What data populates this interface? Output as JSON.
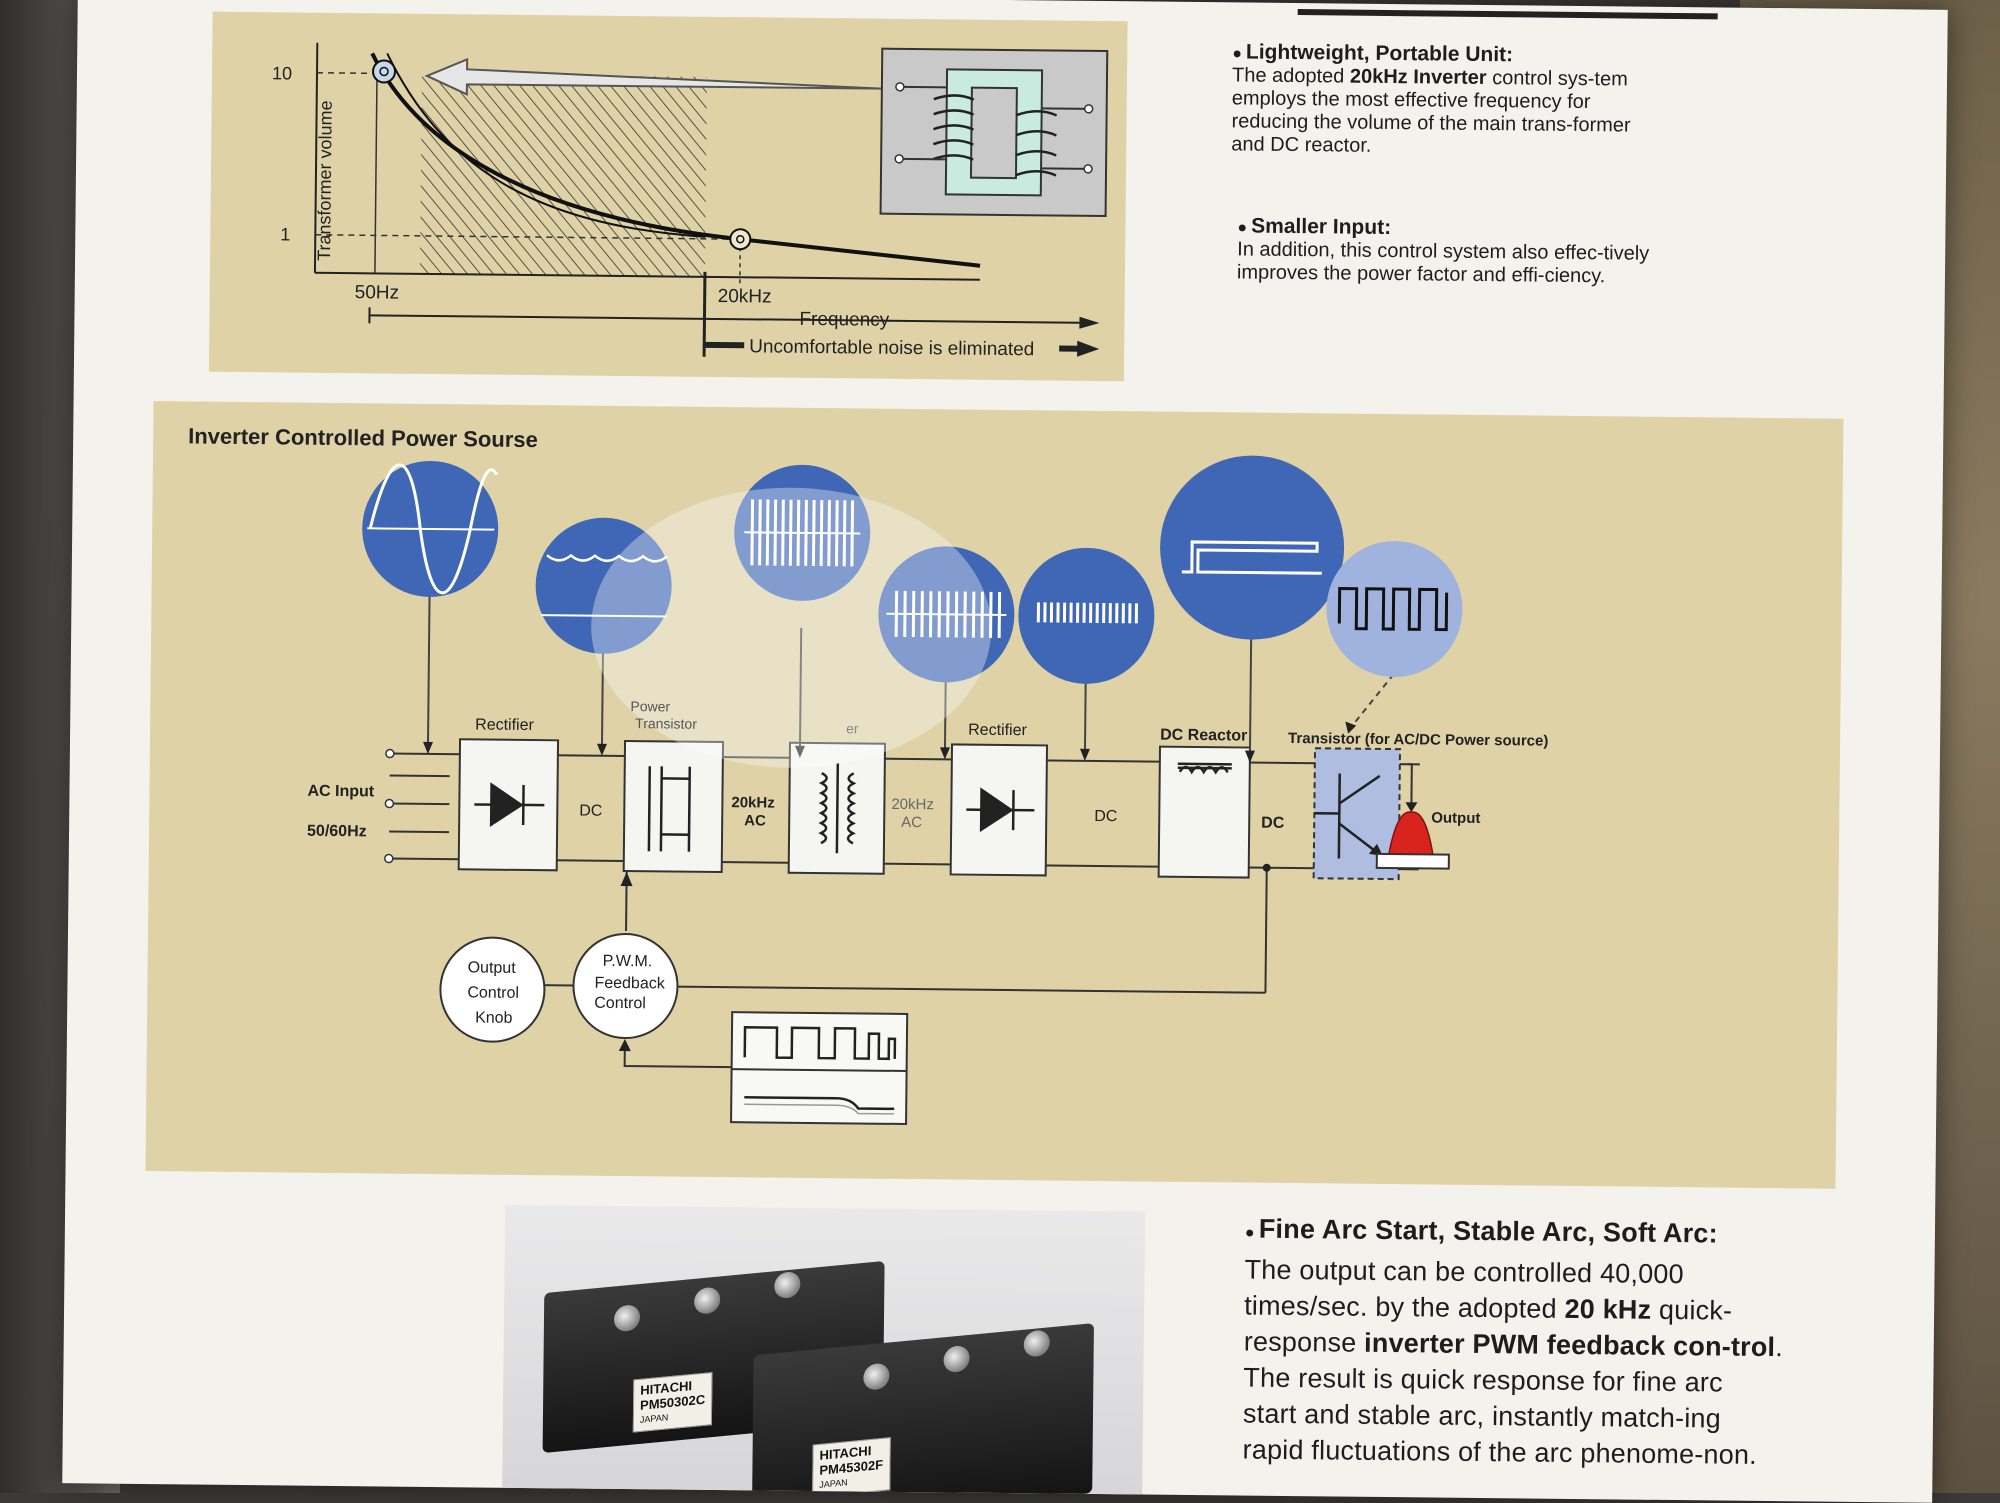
{
  "graph": {
    "y_axis_label": "Transformer volume",
    "y_tick_10": "10",
    "y_tick_1": "1",
    "x_tick_50hz": "50Hz",
    "x_tick_20khz": "20kHz",
    "frequency_label": "Frequency",
    "noise_label": "Uncomfortable noise is eliminated"
  },
  "sections": {
    "lightweight_heading": "Lightweight, Portable Unit:",
    "lightweight_text_1": "The adopted ",
    "lightweight_bold": "20kHz Inverter",
    "lightweight_text_2": " control sys-tem employs the most effective frequency for reducing the volume of the main trans-former and DC reactor.",
    "smaller_heading": "Smaller Input:",
    "smaller_text": "In addition, this control system also effec-tively improves the power factor and effi-ciency.",
    "fine_heading": "Fine Arc Start, Stable Arc, Soft Arc:",
    "fine_text_1": "The output can be controlled 40,000 times/sec. by the adopted ",
    "fine_bold_1": "20 kHz",
    "fine_text_2": " quick-response ",
    "fine_bold_2": "inverter PWM feedback con-trol",
    "fine_text_3": ". The result is quick response for fine arc start and stable arc, instantly match-ing rapid fluctuations of the arc phenome-non."
  },
  "diagram": {
    "title": "Inverter Controlled Power Sourse",
    "ac_input": "AC Input",
    "ac_freq": "50/60Hz",
    "rectifier_1": "Rectifier",
    "dc_1": "DC",
    "power_transistor_1": "Power",
    "power_transistor_2": "Transistor",
    "ac20_1a": "20kHz",
    "ac20_1b": "AC",
    "transformer_fragment": "er",
    "ac20_2a": "20kHz",
    "ac20_2b": "AC",
    "rectifier_2": "Rectifier",
    "dc_2": "DC",
    "dc_reactor": "DC Reactor",
    "dc_3": "DC",
    "transistor_label": "Transistor (for AC/DC Power source)",
    "output": "Output",
    "knob_1": "Output",
    "knob_2": "Control",
    "knob_3": "Knob",
    "pwm_1": "P.W.M.",
    "pwm_2": "Feedback",
    "pwm_3": "Control"
  },
  "photo": {
    "module_1_brand": "HITACHI",
    "module_1_model": "PM50302C",
    "module_1_origin": "JAPAN",
    "module_2_brand": "HITACHI",
    "module_2_model": "PM45302F",
    "module_2_origin": "JAPAN"
  },
  "colors": {
    "panel": "#ded2a6",
    "scope_blue": "#3f67b6",
    "scope_light": "#9fb3de",
    "output_red": "#d9241e"
  }
}
